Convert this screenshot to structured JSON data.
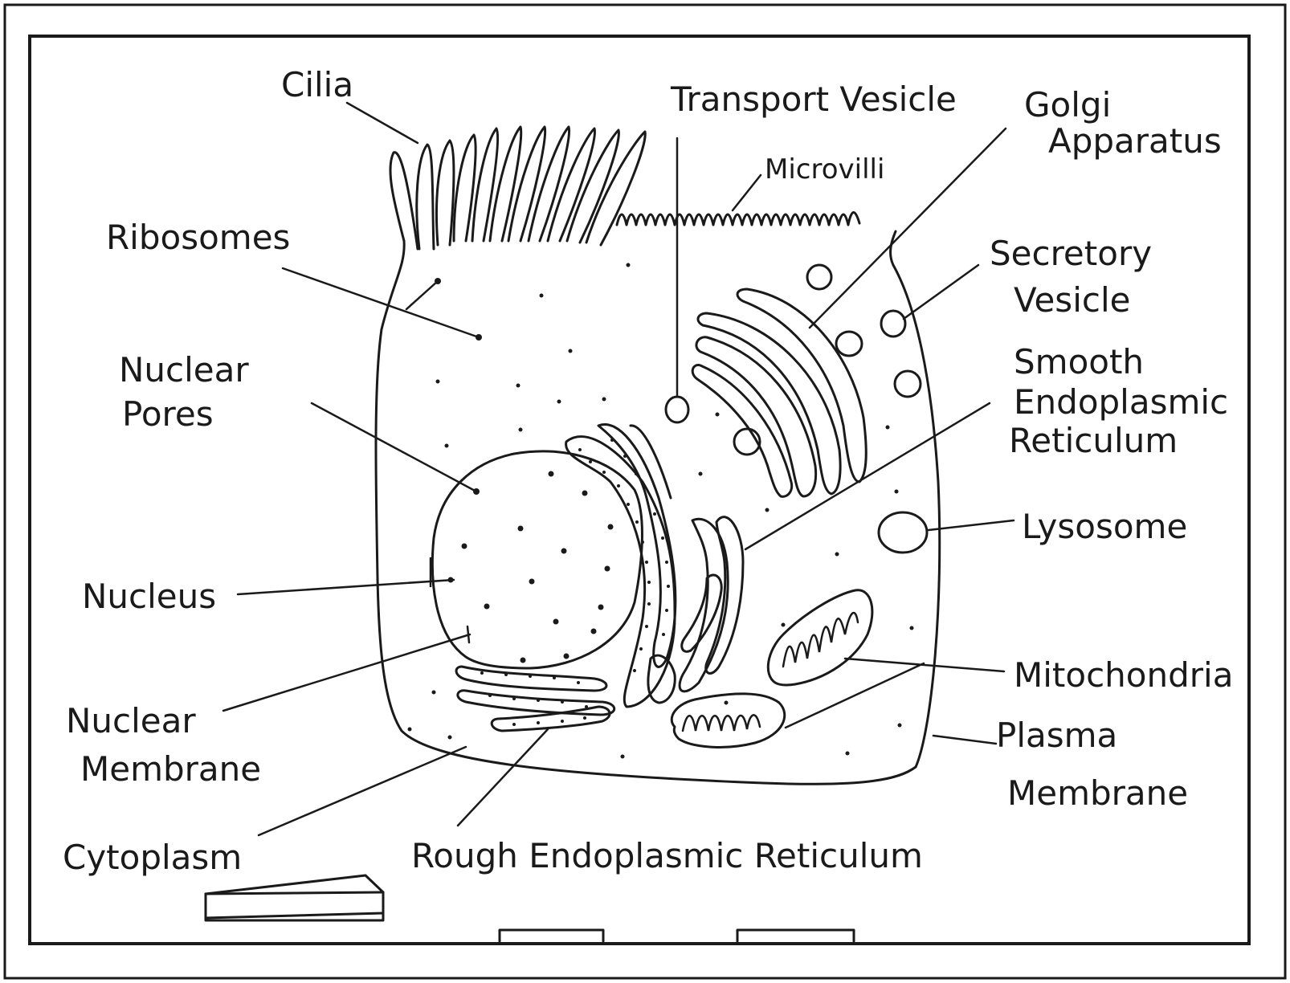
{
  "labels": {
    "cilia": "Cilia",
    "transport_vesicle": "Transport Vesicle",
    "golgi_line1": "Golgi",
    "golgi_line2": "Apparatus",
    "microvilli": "Microvilli",
    "ribosomes": "Ribosomes",
    "secretory_line1": "Secretory",
    "secretory_line2": "Vesicle",
    "nuclear_pores_line1": "Nuclear",
    "nuclear_pores_line2": "Pores",
    "smooth_er_line1": "Smooth",
    "smooth_er_line2": "Endoplasmic",
    "smooth_er_line3": "Reticulum",
    "lysosome": "Lysosome",
    "nucleus": "Nucleus",
    "mitochondria": "Mitochondria",
    "nuclear_membrane_line1": "Nuclear",
    "nuclear_membrane_line2": "Membrane",
    "plasma_membrane_line1": "Plasma",
    "plasma_membrane_line2": "Membrane",
    "cytoplasm": "Cytoplasm",
    "rough_er": "Rough Endoplasmic Reticulum"
  }
}
